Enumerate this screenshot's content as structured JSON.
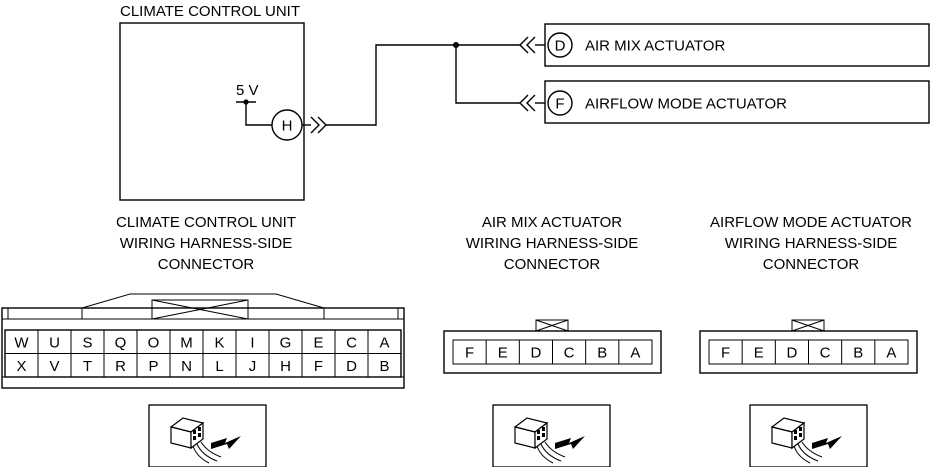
{
  "unit": {
    "title": "CLIMATE CONTROL UNIT",
    "voltage": "5 V",
    "terminal": "H"
  },
  "actuators": [
    {
      "terminal": "D",
      "name": "AIR MIX ACTUATOR"
    },
    {
      "terminal": "F",
      "name": "AIRFLOW MODE ACTUATOR"
    }
  ],
  "connectors": {
    "ccu": {
      "caption": [
        "CLIMATE CONTROL UNIT",
        "WIRING HARNESS-SIDE",
        "CONNECTOR"
      ],
      "top_row": [
        "W",
        "U",
        "S",
        "Q",
        "O",
        "M",
        "K",
        "I",
        "G",
        "E",
        "C",
        "A"
      ],
      "bottom_row": [
        "X",
        "V",
        "T",
        "R",
        "P",
        "N",
        "L",
        "J",
        "H",
        "F",
        "D",
        "B"
      ]
    },
    "air_mix": {
      "caption": [
        "AIR MIX ACTUATOR",
        "WIRING HARNESS-SIDE",
        "CONNECTOR"
      ],
      "pins": [
        "F",
        "E",
        "D",
        "C",
        "B",
        "A"
      ]
    },
    "airflow_mode": {
      "caption": [
        "AIRFLOW MODE ACTUATOR",
        "WIRING HARNESS-SIDE",
        "CONNECTOR"
      ],
      "pins": [
        "F",
        "E",
        "D",
        "C",
        "B",
        "A"
      ]
    }
  }
}
